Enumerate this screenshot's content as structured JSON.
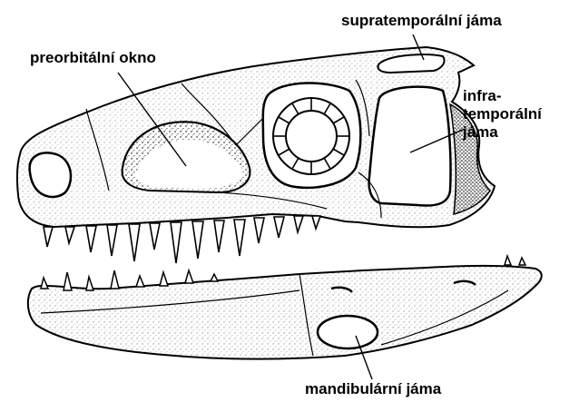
{
  "labels": {
    "supratemporal": "supratemporální jáma",
    "preorbital": "preorbitální okno",
    "infratemporal_line1": "infra-",
    "infratemporal_line2": "temporální",
    "infratemporal_line3": "jáma",
    "mandibular": "mandibulární jáma"
  },
  "colors": {
    "ink": "#000000",
    "paper": "#ffffff"
  }
}
